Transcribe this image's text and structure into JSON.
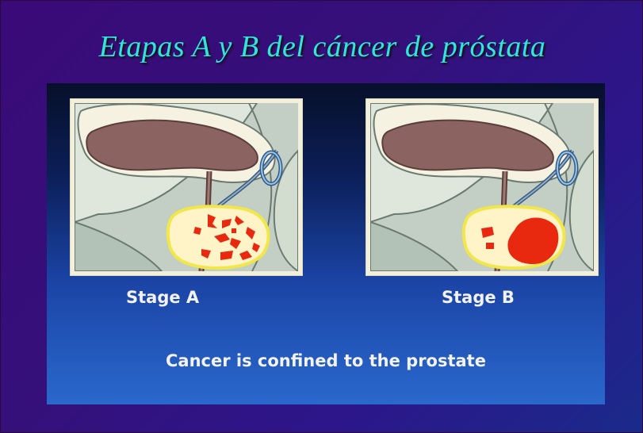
{
  "slide": {
    "title": "Etapas A y B del cáncer de próstata",
    "title_color": "#2fe6dc",
    "background_color": "#35107a"
  },
  "photo": {
    "panels": [
      {
        "label": "Stage A",
        "tumor_pattern": "scattered"
      },
      {
        "label": "Stage B",
        "tumor_pattern": "nodule"
      }
    ],
    "caption": "Cancer is confined to the prostate"
  },
  "colors": {
    "bladder": "#8b6462",
    "prostate": "#fff4c8",
    "prostate_outline": "#f1e64a",
    "tumor": "#e8280f",
    "tissue": "#b9c7bd"
  }
}
